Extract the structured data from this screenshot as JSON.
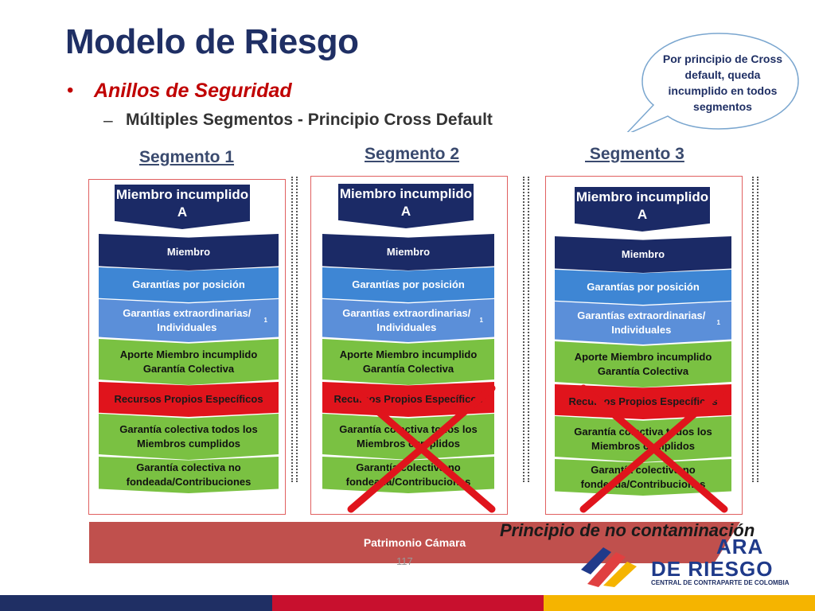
{
  "slide": {
    "title": "Modelo de Riesgo",
    "bullet_symbol": "•",
    "bullet_1": "Anillos de Seguridad",
    "dash_symbol": "–",
    "bullet_2": "Múltiples Segmentos - Principio Cross Default",
    "callout": "Por principio de Cross default, queda incumplido en todos segmentos",
    "page_number": "117",
    "principle": "Principio de no contaminación",
    "foundation": "Patrimonio Cámara",
    "logo": {
      "line1": "ARA",
      "line2": "DE RIESGO",
      "line3": "CENTRAL DE CONTRAPARTE DE COLOMBIA"
    }
  },
  "segments": [
    {
      "title": "Segmento 1",
      "member_tag": "Miembro incumplido A",
      "layers": [
        "Miembro",
        "Garantías por posición",
        "Garantías extraordinarias/ Individuales",
        "Aporte Miembro incumplido Garantía Colectiva",
        "Recursos Propios Específicos",
        "Garantía colectiva todos los Miembros cumplidos",
        "Garantía colectiva no fondeada/Contribuciones"
      ],
      "footnote": "1",
      "crossed": false
    },
    {
      "title": "Segmento 2",
      "member_tag": "Miembro incumplido A",
      "layers": [
        "Miembro",
        "Garantías por posición",
        "Garantías extraordinarias/ Individuales",
        "Aporte Miembro incumplido Garantía Colectiva",
        "Recursos Propios Específicos",
        "Garantía colectiva todos los Miembros cumplidos",
        "Garantía colectiva no fondeada/Contribuciones"
      ],
      "footnote": "1",
      "crossed": true
    },
    {
      "title": " Segmento 3",
      "member_tag": "Miembro incumplido A",
      "layers": [
        "Miembro",
        "Garantías por posición",
        "Garantías extraordinarias/ Individuales",
        "Aporte Miembro incumplido Garantía Colectiva",
        "Recursos Propios Específicos",
        "Garantía colectiva todos los Miembros cumplidos",
        "Garantía colectiva no fondeada/Contribuciones"
      ],
      "footnote": "1",
      "crossed": true
    }
  ],
  "colors": {
    "navy": "#1b2a66",
    "title": "#1f2f64",
    "accent_red": "#c00000",
    "green": "#7ac142",
    "red_layer": "#e0141c",
    "blue": "#3e86d4",
    "foundation": "#c0504d"
  }
}
